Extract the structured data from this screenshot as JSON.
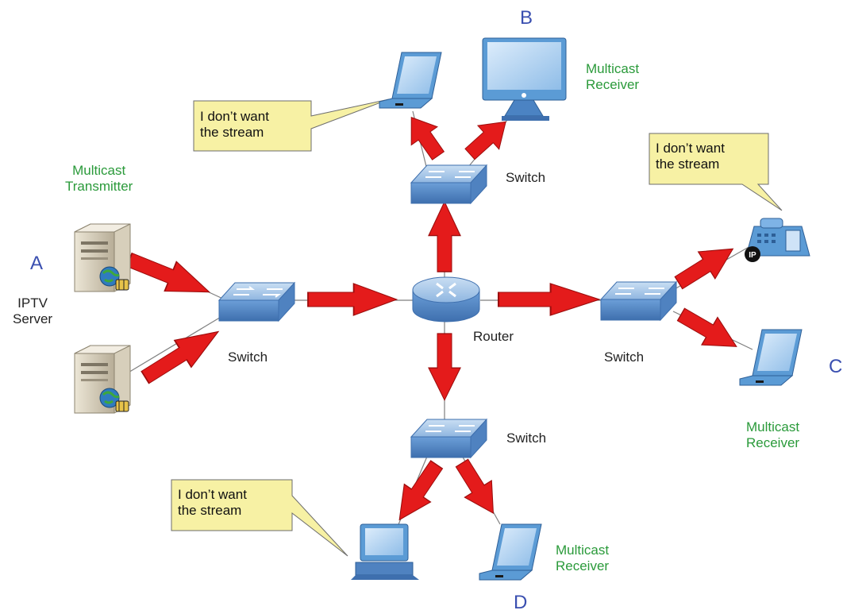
{
  "points": {
    "a": "A",
    "b": "B",
    "c": "C",
    "d": "D"
  },
  "labels": {
    "iptv_server": "IPTV\nServer",
    "router": "Router",
    "switch": "Switch",
    "multicast_transmitter": "Multicast\nTransmitter",
    "multicast_receiver": "Multicast\nReceiver",
    "dont_want": "I don’t want\nthe stream"
  },
  "colors": {
    "arrow": "#e41b1b",
    "arrow_stroke": "#9c0d0d",
    "device_blue": "#5b9bd5",
    "callout_fill": "#f7f1a4",
    "label_green": "#2a9a3a",
    "point_blue": "#3a4fb0"
  },
  "icons": [
    "server-icon",
    "switch-icon",
    "router-icon",
    "laptop-icon",
    "desktop-icon",
    "ip-phone-icon"
  ]
}
